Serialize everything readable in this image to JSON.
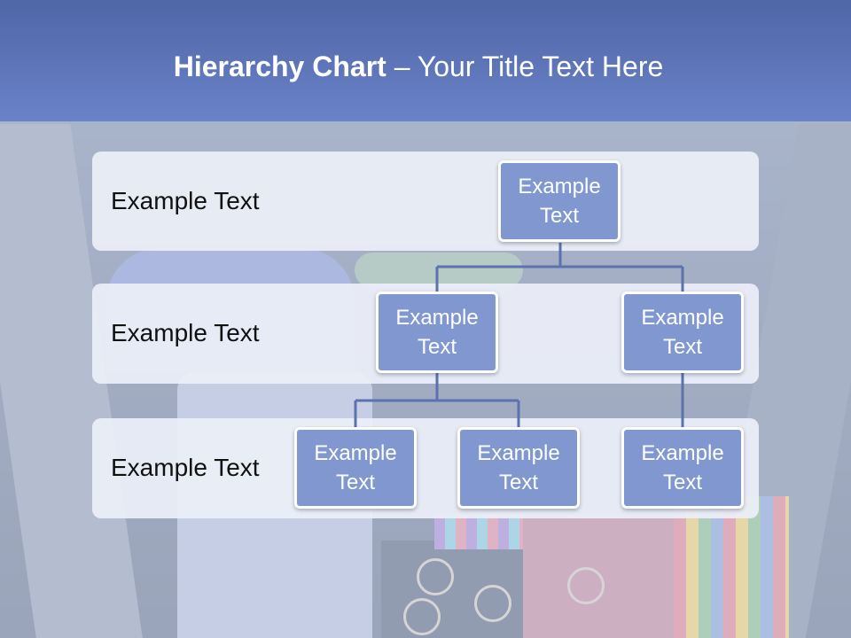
{
  "slide": {
    "title_bold": "Hierarchy Chart",
    "title_rest": " – Your Title Text Here"
  },
  "levels": [
    {
      "label": "Example Text"
    },
    {
      "label": "Example Text"
    },
    {
      "label": "Example Text"
    }
  ],
  "nodes": {
    "root": "Example Text",
    "level2_left": "Example Text",
    "level2_right": "Example Text",
    "level3_a": "Example Text",
    "level3_b": "Example Text",
    "level3_c": "Example Text"
  },
  "colors": {
    "title_band": "#5f78bd",
    "node_fill": "#8097cf",
    "node_border": "#ffffff",
    "band_fill": "#eceff8",
    "connector": "#5a72ad"
  }
}
